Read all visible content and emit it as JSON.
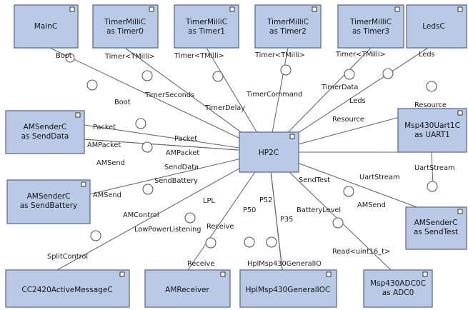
{
  "components": {
    "main_c": [
      "MainC"
    ],
    "timer0": [
      "TimerMilliC",
      "as Timer0"
    ],
    "timer1": [
      "TimerMilliC",
      "as Timer1"
    ],
    "timer2": [
      "TimerMilliC",
      "as Timer2"
    ],
    "timer3": [
      "TimerMilliC",
      "as Timer3"
    ],
    "leds_c": [
      "LedsC"
    ],
    "send_data": [
      "AMSenderC",
      "as SendData"
    ],
    "hp2c": [
      "HP2C"
    ],
    "uart1": [
      "Msp430Uart1C",
      "as UART1"
    ],
    "send_battery": [
      "AMSenderC",
      "as SendBattery"
    ],
    "send_test": [
      "AMSenderC",
      "as SendTest"
    ],
    "cc2420": [
      "CC2420ActiveMessageC"
    ],
    "am_receiver": [
      "AMReceiver"
    ],
    "gpio": [
      "HplMsp430GeneralIOC"
    ],
    "adc0": [
      "Msp430ADC0C",
      "as ADC0"
    ]
  },
  "labels": {
    "boot_provider": "Boot",
    "boot_user": "Boot",
    "timer_tmilli_0": "Timer<TMilli>",
    "timer_tmilli_1": "Timer<TMilli>",
    "timer_tmilli_2": "Timer<TMilli>",
    "timer_tmilli_3": "Timer<TMilli>",
    "timer_seconds": "TimerSeconds",
    "timer_delay": "TimerDelay",
    "timer_command": "TimerCommand",
    "timer_data": "TimerData",
    "leds_provider": "Leds",
    "leds_user": "Leds",
    "resource_provider": "Resource",
    "resource_user": "Resource",
    "packet_provider": "Packet",
    "packet_user": "Packet",
    "ampacket_provider": "AMPacket",
    "ampacket_user": "AMPacket",
    "amsend_data_provider": "AMSend",
    "send_data_user": "SendData",
    "send_battery_user": "SendBattery",
    "amsend_battery_provider": "AMSend",
    "send_test_user": "SendTest",
    "uart_stream_user": "UartStream",
    "uart_stream_provider": "UartStream",
    "amsend_test_provider": "AMSend",
    "lpl": "LPL",
    "am_control": "AMControl",
    "low_power_listening": "LowPowerListening",
    "split_control": "SplitControl",
    "receive_user": "Receive",
    "receive_provider": "Receive",
    "p50": "P50",
    "p52": "P52",
    "p35": "P35",
    "hpl_gpio": "HplMsp430GeneralIO",
    "battery_level": "BatteryLevel",
    "read_uint16": "Read<uint16_t>"
  }
}
